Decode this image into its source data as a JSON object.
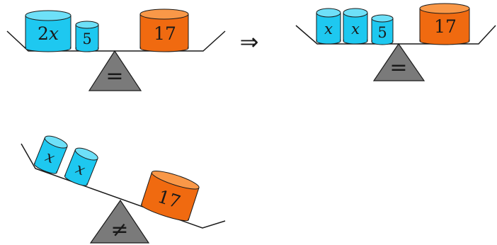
{
  "scale_1": {
    "left_pan": {
      "coefficient": "2",
      "variable": "x",
      "constant": "5"
    },
    "right_pan": {
      "constant": "17"
    },
    "relation": "="
  },
  "implies_symbol": "⇒",
  "scale_2": {
    "left_pan": {
      "variable_1": "x",
      "variable_2": "x",
      "constant": "5"
    },
    "right_pan": {
      "constant": "17"
    },
    "relation": "="
  },
  "scale_3": {
    "left_pan": {
      "variable_1": "x",
      "variable_2": "x"
    },
    "right_pan": {
      "constant": "17"
    },
    "relation": "≠"
  },
  "colors": {
    "variable_cylinder": "#1ec8f0",
    "variable_cylinder_top": "#6ee0f8",
    "constant_cylinder": "#f06a10",
    "constant_cylinder_top": "#f99848",
    "fulcrum": "#7a7a7a",
    "outline": "#1a1a1a"
  }
}
